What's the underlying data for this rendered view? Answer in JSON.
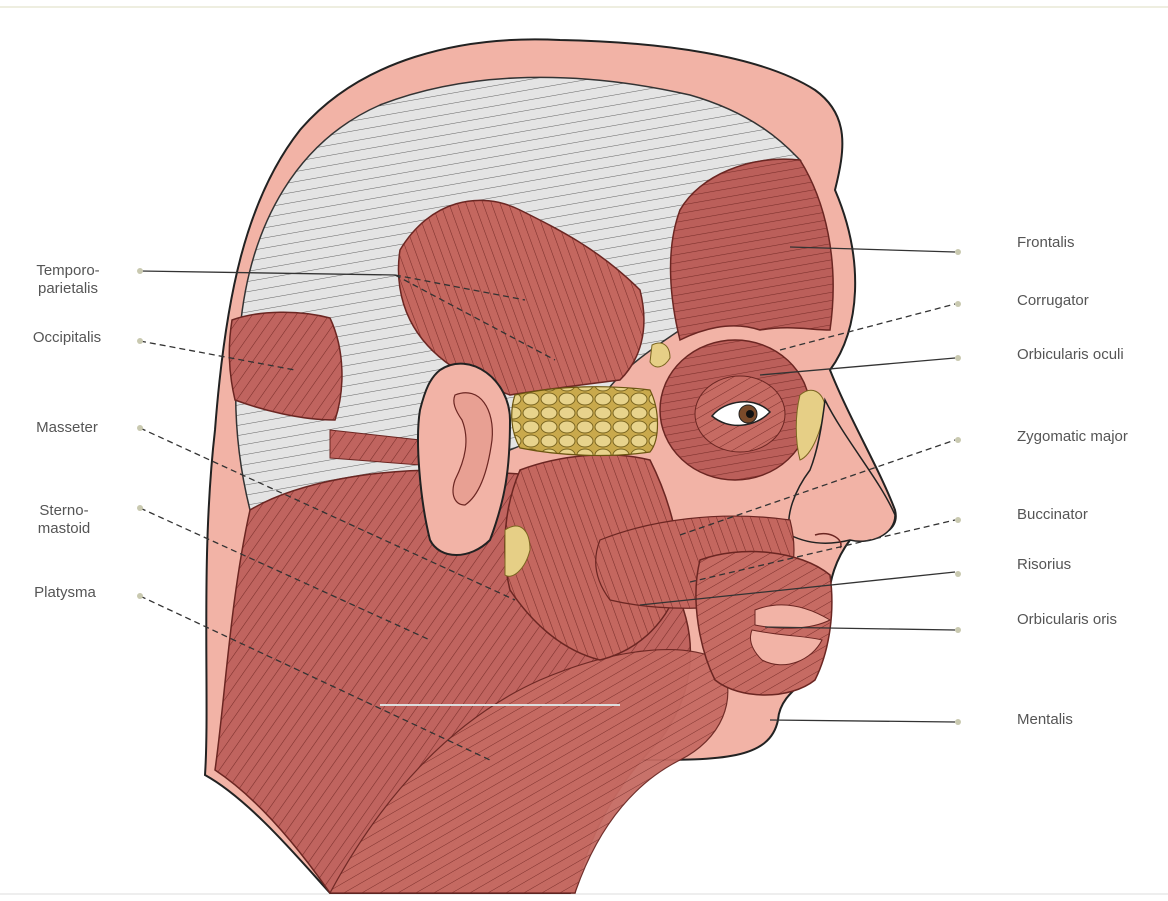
{
  "labels": {
    "left": {
      "temporoparietalis": "Temporo-\nparietalis",
      "occipitalis": "Occipitalis",
      "masseter": "Masseter",
      "sternomastoid": "Sterno-\nmastoid",
      "platysma": "Platysma"
    },
    "right": {
      "frontalis": "Frontalis",
      "corrugator": "Corrugator",
      "orbicularis_oculi": "Orbicularis oculi",
      "zygomatic_major": "Zygomatic major",
      "buccinator": "Buccinator",
      "risorius": "Risorius",
      "orbicularis_oris": "Orbicularis oris",
      "mentalis": "Mentalis"
    }
  },
  "colors": {
    "skin": "#f2b3a6",
    "muscle": "#c0645f",
    "muscle_dark": "#8c3f3a",
    "aponeurosis": "#e6e6e6",
    "fat": "#e6cf86",
    "leader_line": "#333333",
    "label_text": "#555555",
    "leader_dot": "#c9c9b0"
  }
}
